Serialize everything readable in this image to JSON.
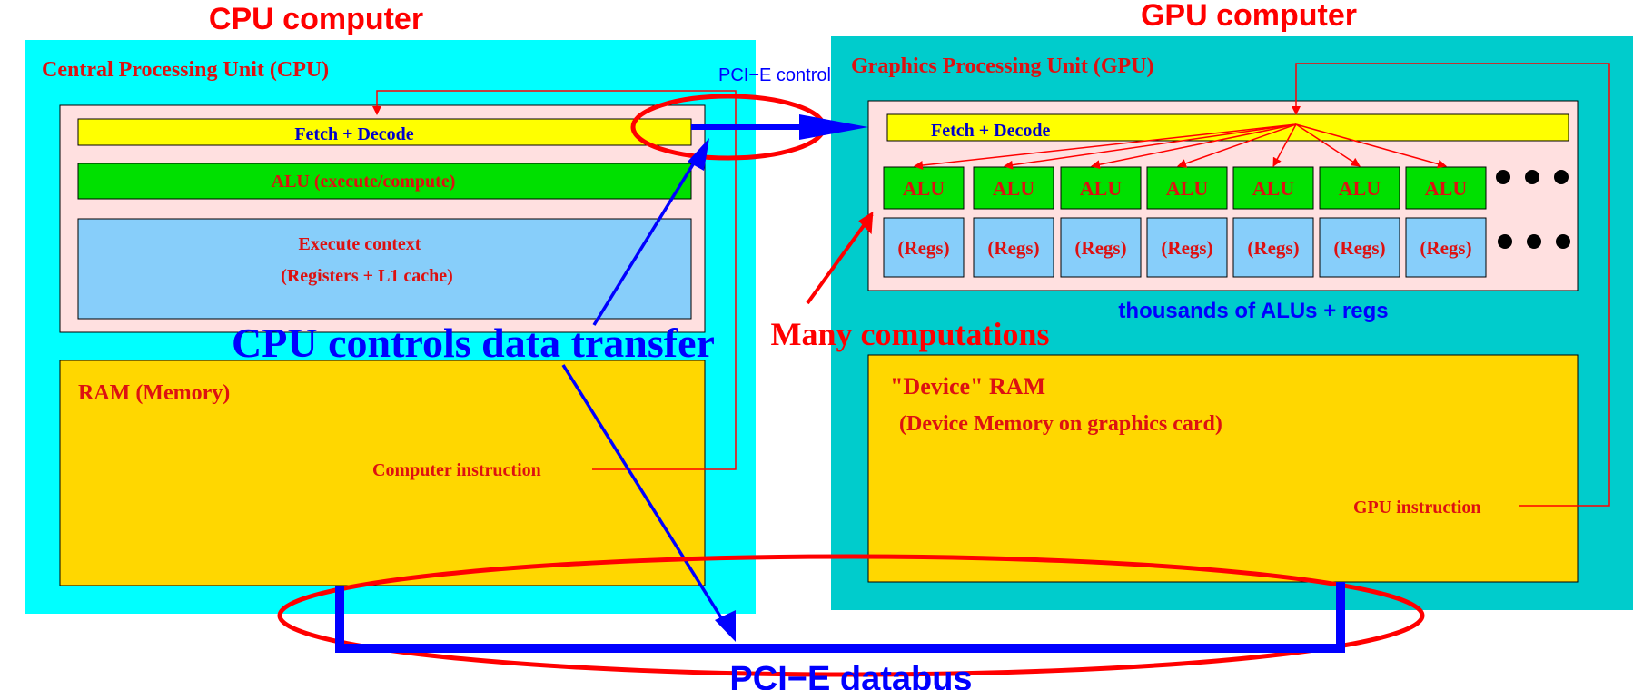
{
  "headings": {
    "cpu_computer": "CPU computer",
    "gpu_computer": "GPU computer"
  },
  "cpu": {
    "unit_title": "Central Processing Unit (CPU)",
    "fetch_decode": "Fetch + Decode",
    "alu": "ALU (execute/compute)",
    "context_line1": "Execute context",
    "context_line2": "(Registers + L1 cache)",
    "ram": "RAM (Memory)",
    "instruction": "Computer instruction"
  },
  "gpu": {
    "unit_title": "Graphics Processing Unit (GPU)",
    "fetch_decode": "Fetch + Decode",
    "alu_labels": [
      "ALU",
      "ALU",
      "ALU",
      "ALU",
      "ALU",
      "ALU",
      "ALU"
    ],
    "reg_labels": [
      "(Regs)",
      "(Regs)",
      "(Regs)",
      "(Regs)",
      "(Regs)",
      "(Regs)",
      "(Regs)"
    ],
    "thousands": "thousands of ALUs + regs",
    "ram_line1": "\"Device\" RAM",
    "ram_line2": "(Device Memory  on graphics card)",
    "instruction": "GPU instruction"
  },
  "annotations": {
    "pcie_control": "PCI−E control",
    "cpu_controls": "CPU controls data transfer",
    "many_computations": "Many computations",
    "pcie_databus": "PCI−E databus"
  },
  "colors": {
    "cpu_background": "#00ffff",
    "gpu_background": "#00cccc",
    "unit_fill": "#ffe0e0",
    "fetch_fill": "#ffff00",
    "alu_fill": "#00e000",
    "context_fill": "#87cefa",
    "ram_fill": "#ffd700",
    "red": "#ff0000",
    "blue": "#0000ff",
    "dark_red": "#dd1111"
  }
}
